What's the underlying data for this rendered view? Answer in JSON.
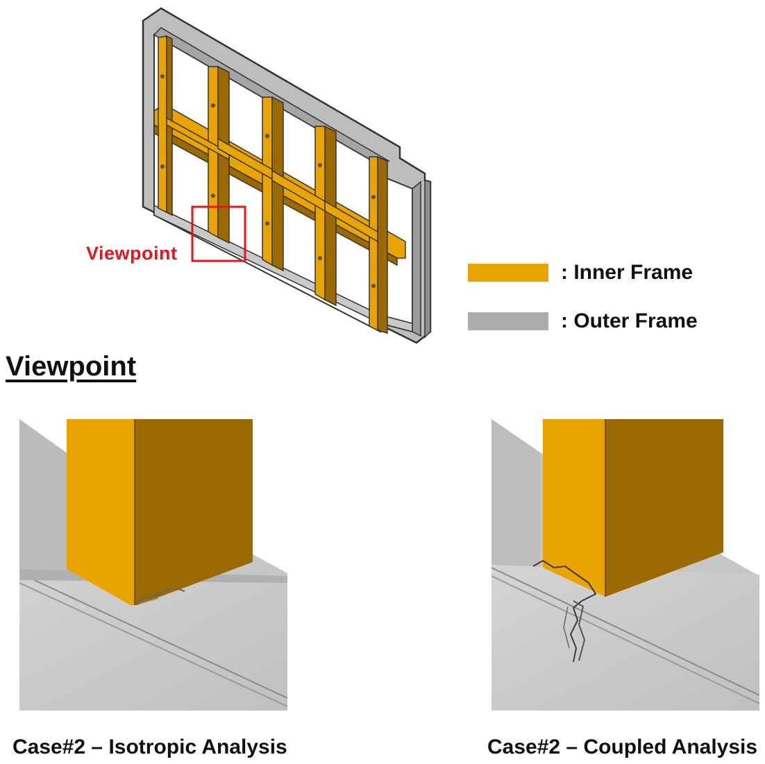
{
  "callout": {
    "label": "Viewpoint"
  },
  "legend": {
    "items": [
      {
        "swatch_color": "#E9A400",
        "label": ": Inner Frame"
      },
      {
        "swatch_color": "#ACACAC",
        "label": ": Outer Frame"
      }
    ]
  },
  "section": {
    "title": "Viewpoint"
  },
  "panels": [
    {
      "caption": "Case#2 – Isotropic Analysis"
    },
    {
      "caption": "Case#2 – Coupled Analysis"
    }
  ],
  "colors": {
    "inner_frame": "#E9A400",
    "inner_frame_shade": "#9A6900",
    "outer_frame": "#ACACAC",
    "callout": "#E8141C"
  }
}
